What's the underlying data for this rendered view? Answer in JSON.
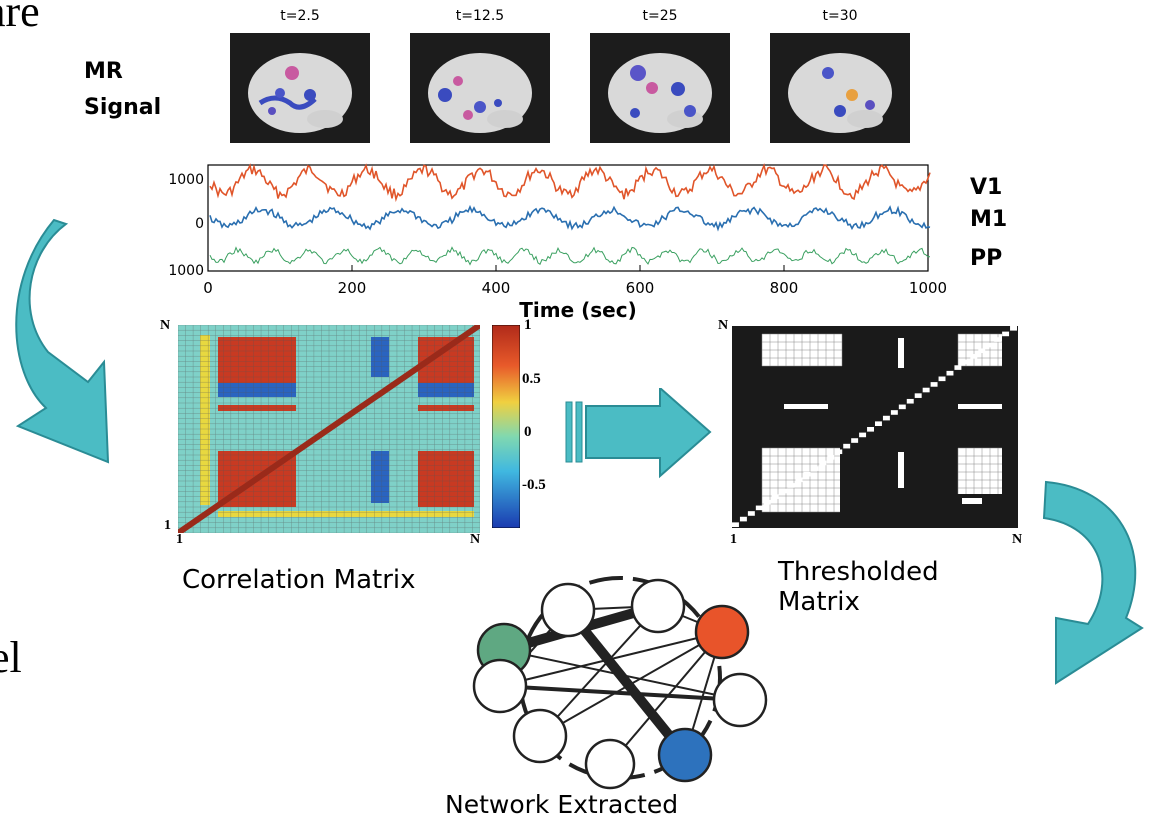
{
  "fragments": {
    "top_left": "are",
    "mid_left": "el"
  },
  "mr_signal": {
    "label_line1": "MR",
    "label_line2": "Signal",
    "frames": [
      {
        "label": "t=2.5"
      },
      {
        "label": "t=12.5"
      },
      {
        "label": "t=25"
      },
      {
        "label": "t=30"
      }
    ]
  },
  "timeseries": {
    "xlabel": "Time (sec)",
    "x_ticks": [
      "0",
      "200",
      "400",
      "600",
      "800",
      "1000"
    ],
    "y_ticks": [
      "1000",
      "0",
      "1000"
    ],
    "series": [
      {
        "name": "V1",
        "color": "#e0552a"
      },
      {
        "name": "M1",
        "color": "#2a6fb0"
      },
      {
        "name": "PP",
        "color": "#3aa060"
      }
    ]
  },
  "correlation_matrix": {
    "caption": "Correlation Matrix",
    "axis_start_x": "1",
    "axis_end_x": "N",
    "axis_start_y": "1",
    "axis_end_y": "N",
    "colorbar_ticks": [
      "1",
      "0.5",
      "0",
      "-0.5"
    ]
  },
  "thresholded_matrix": {
    "caption_line1": "Thresholded",
    "caption_line2": "Matrix",
    "axis_start_x": "1",
    "axis_end_x": "N",
    "axis_end_y": "N"
  },
  "network": {
    "caption": "Network Extracted"
  },
  "colors": {
    "arrow": "#4bbcc4",
    "node_green": "#5fa882",
    "node_red": "#e8542a",
    "node_blue": "#2d72bd"
  }
}
